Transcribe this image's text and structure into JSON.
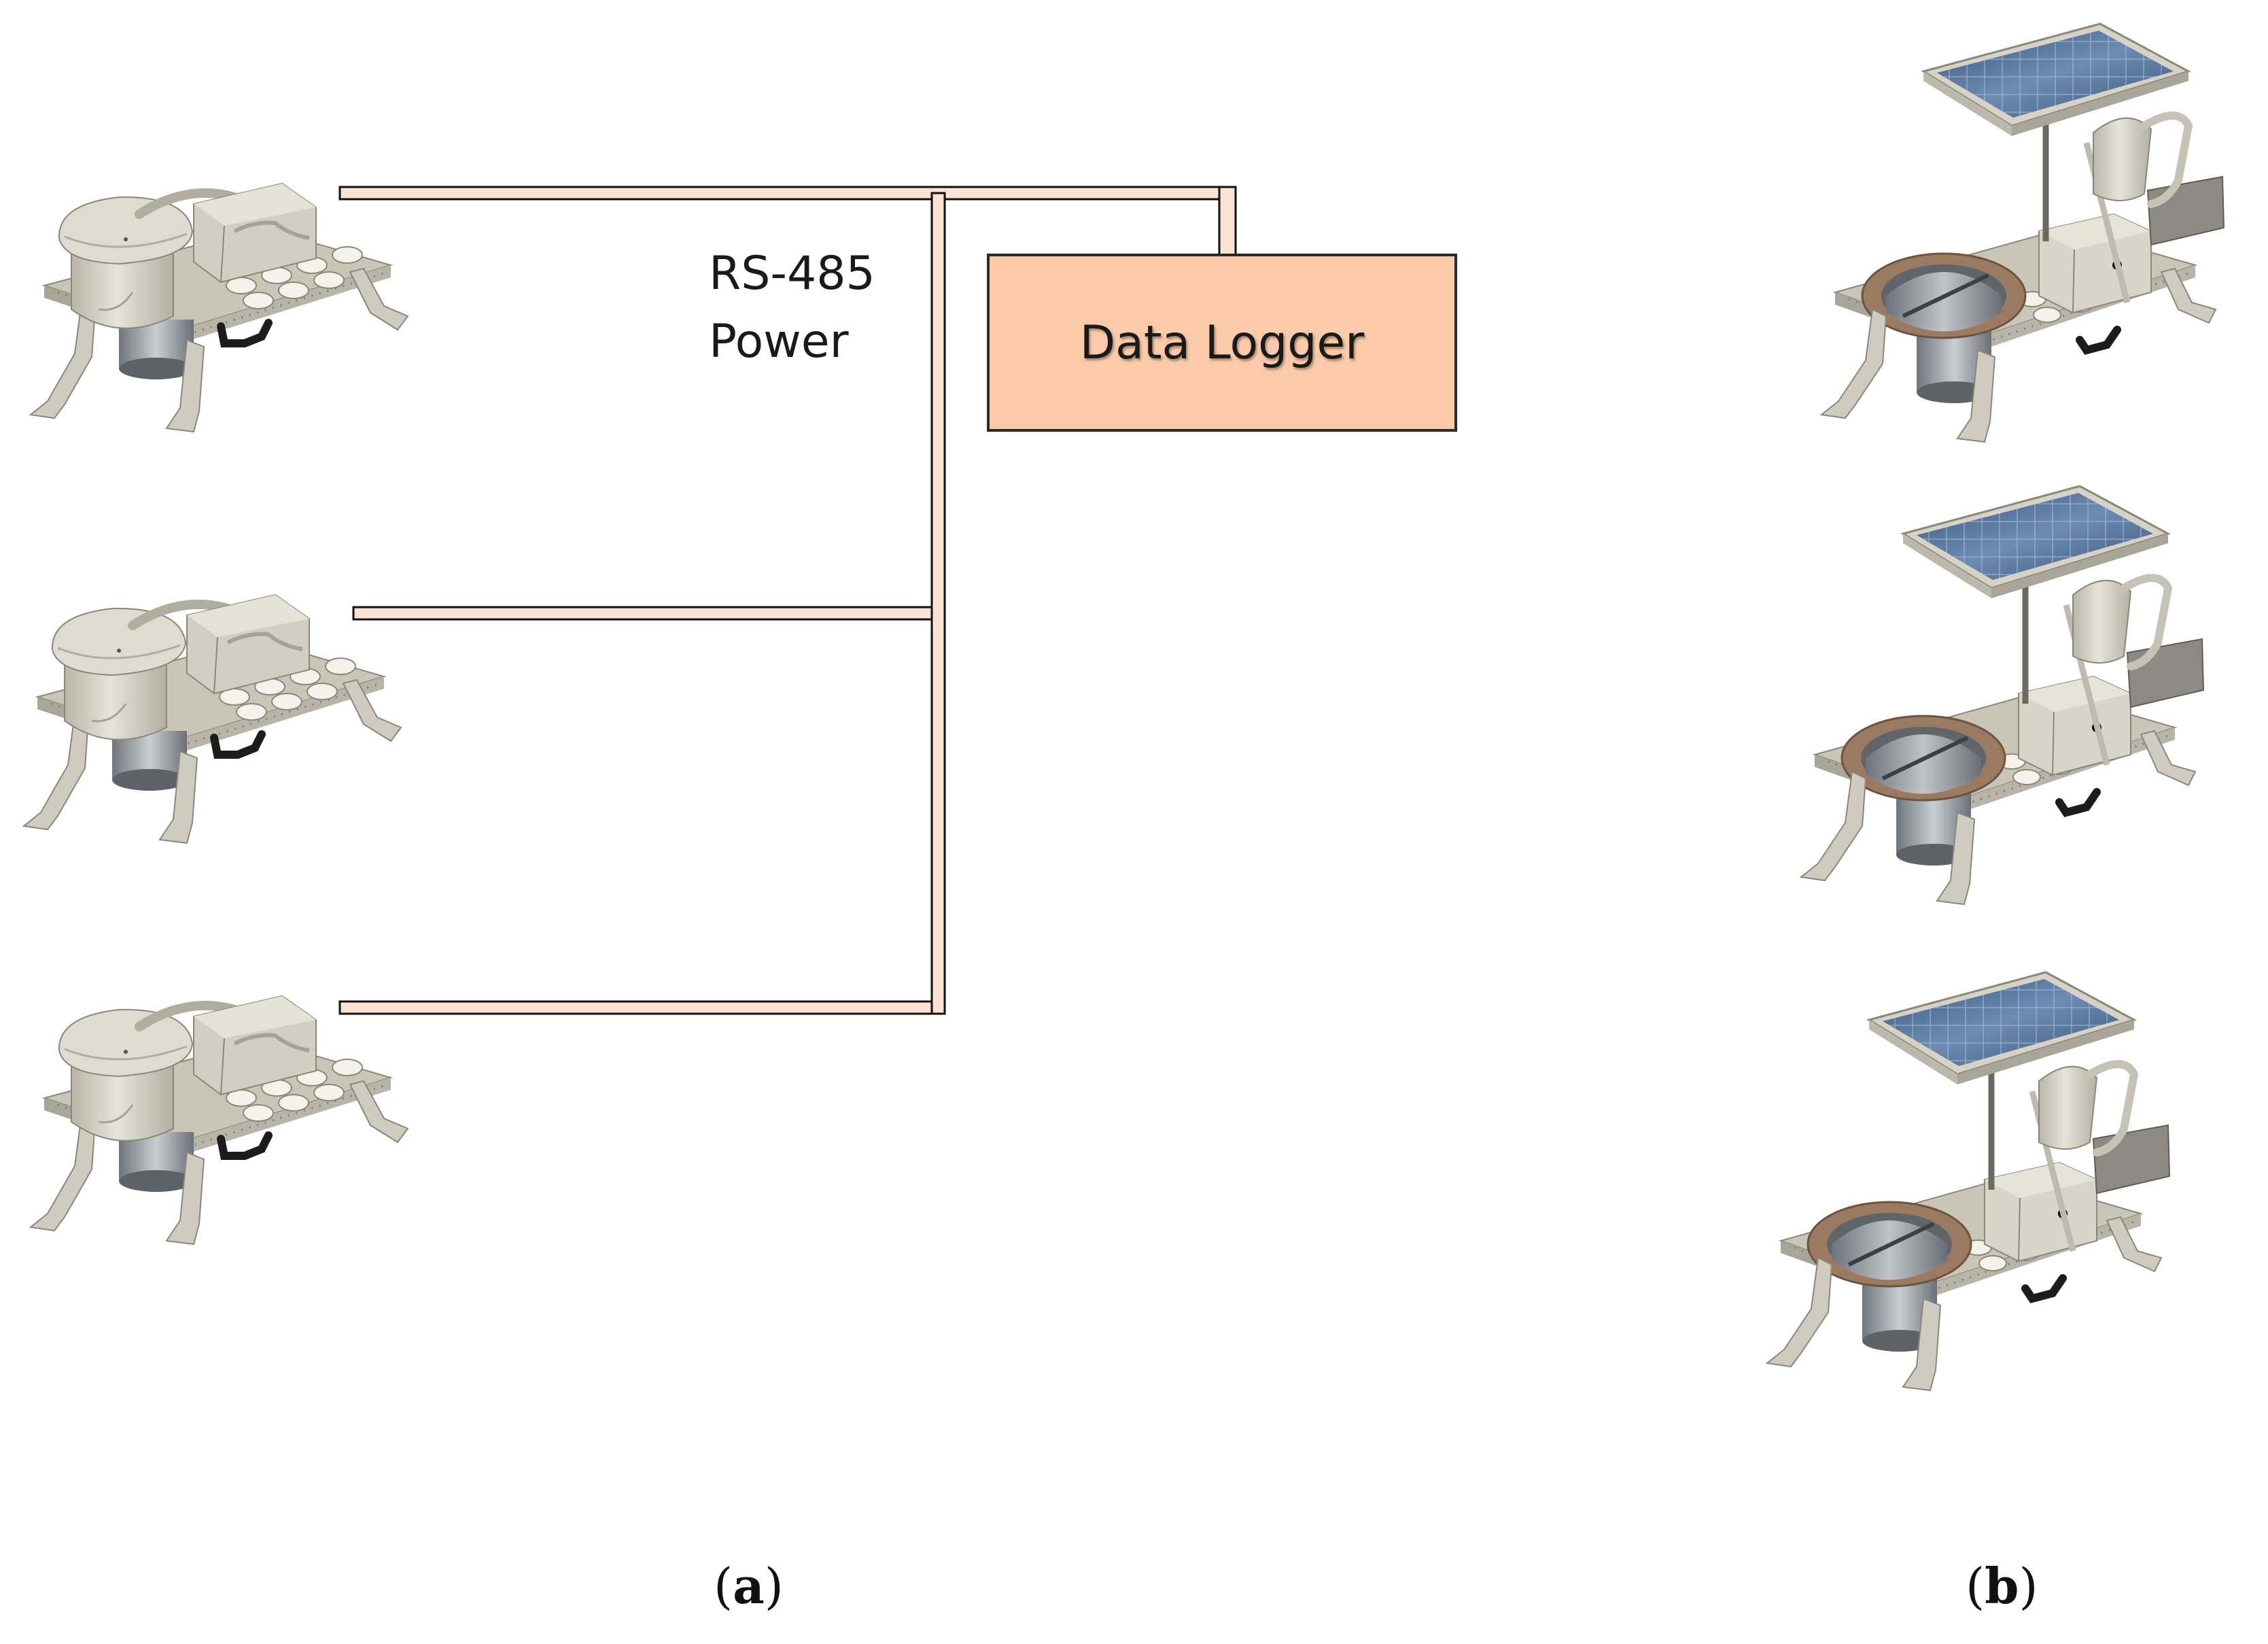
{
  "diagram": {
    "bus_labels": [
      "RS-485",
      "Power"
    ],
    "logger_label": "Data Logger",
    "panel_a": {
      "open": "(",
      "letter": "a",
      "close": ")"
    },
    "panel_b": {
      "open": "(",
      "letter": "b",
      "close": ")"
    },
    "sensor_units": [
      {
        "name": "wired-sensor-unit-1",
        "panel": "a"
      },
      {
        "name": "wired-sensor-unit-2",
        "panel": "a"
      },
      {
        "name": "wired-sensor-unit-3",
        "panel": "a"
      },
      {
        "name": "solar-sensor-unit-1",
        "panel": "b"
      },
      {
        "name": "solar-sensor-unit-2",
        "panel": "b"
      },
      {
        "name": "solar-sensor-unit-3",
        "panel": "b"
      }
    ],
    "colors": {
      "logger_fill": "#fbcaa9",
      "cable_fill": "#fbe3d3",
      "device_body": "#d8d5c7",
      "solar_panel": "#4a6a96",
      "steel": "#9aa0a6"
    }
  }
}
